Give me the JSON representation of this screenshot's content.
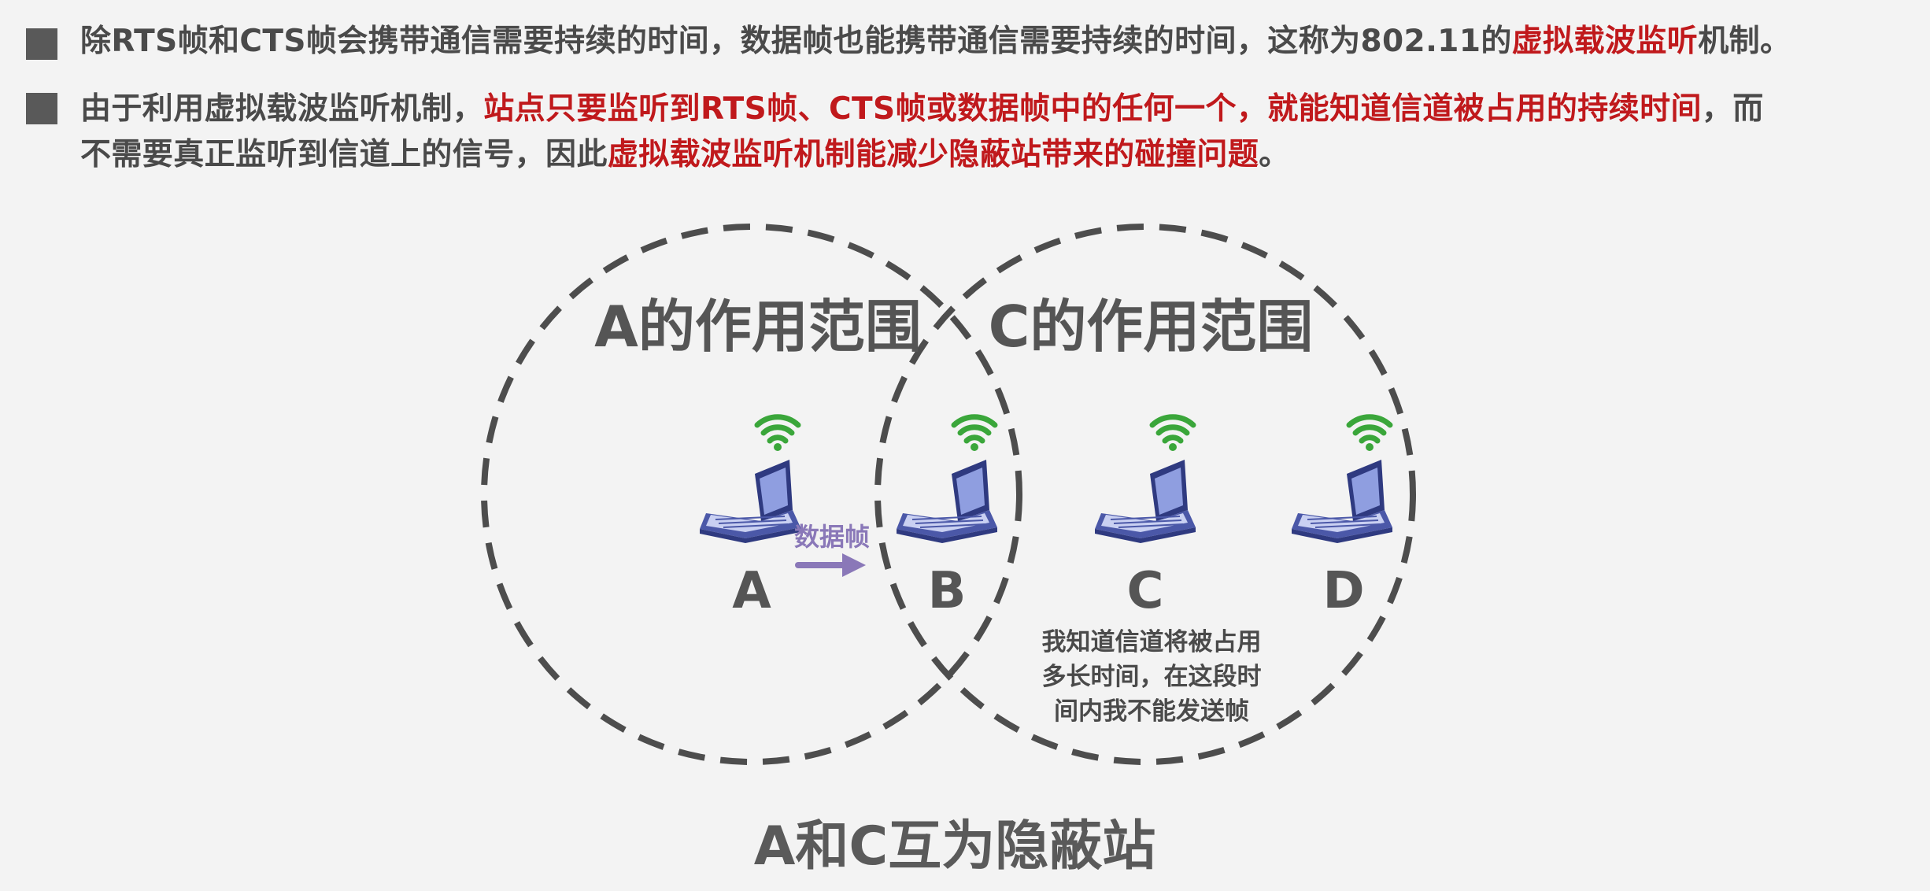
{
  "bullets": [
    {
      "segments": [
        {
          "text": "除RTS帧和CTS帧会携带通信需要持续的时间，数据帧也能携带通信需要持续的时间，这称为802.11的",
          "style": "normal"
        },
        {
          "text": "虚拟载波监听",
          "style": "red"
        },
        {
          "text": "机制。",
          "style": "normal"
        }
      ]
    },
    {
      "line1": [
        {
          "text": "由于利用虚拟载波监听机制，",
          "style": "normal"
        },
        {
          "text": "站点只要监听到RTS帧、CTS帧或数据帧中的任何一个，就能知道信道被占用的持续时间",
          "style": "red"
        },
        {
          "text": "，而",
          "style": "normal"
        }
      ],
      "line2": [
        {
          "text": "不需要真正监听到信道上的信号，因此",
          "style": "normal"
        },
        {
          "text": "虚拟载波监听机制能减少隐蔽站带来的碰撞问题",
          "style": "red"
        },
        {
          "text": "。",
          "style": "normal"
        }
      ]
    }
  ],
  "diagram": {
    "range_a_label": "A的作用范围",
    "range_c_label": "C的作用范围",
    "stations": [
      {
        "id": "A",
        "label": "A"
      },
      {
        "id": "B",
        "label": "B"
      },
      {
        "id": "C",
        "label": "C"
      },
      {
        "id": "D",
        "label": "D"
      }
    ],
    "frame_label": "数据帧",
    "c_note": [
      "我知道信道将被占用",
      "多长时间，在这段时",
      "间内我不能发送帧"
    ],
    "caption": "A和C互为隐蔽站"
  },
  "colors": {
    "text": "#4a4a4a",
    "red": "#c0191c",
    "circle": "#4d4d4d",
    "wifi": "#3aa63a",
    "laptop": "#4b58a8",
    "arrow": "#8a78b8"
  }
}
